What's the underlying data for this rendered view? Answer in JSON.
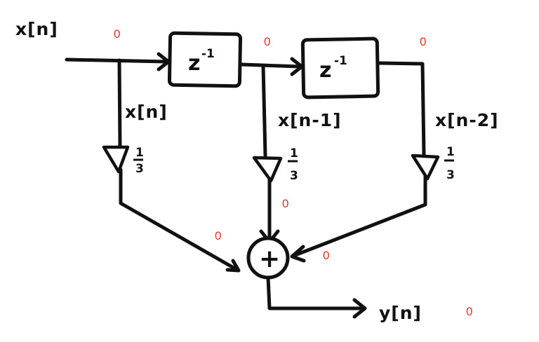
{
  "signals": {
    "input": "x[n]",
    "tap0": "x[n]",
    "tap1": "x[n-1]",
    "tap2": "x[n-2]",
    "output": "y[n]"
  },
  "delays": [
    {
      "base": "z",
      "exponent": "-1"
    },
    {
      "base": "z",
      "exponent": "-1"
    }
  ],
  "gains": [
    {
      "numerator": "1",
      "denominator": "3"
    },
    {
      "numerator": "1",
      "denominator": "3"
    },
    {
      "numerator": "1",
      "denominator": "3"
    }
  ],
  "adder": {
    "symbol": "+"
  },
  "values": {
    "input": "0",
    "delay1_out": "0",
    "delay2_out": "0",
    "center_path": "0",
    "left_sum_in": "0",
    "right_sum_in": "0",
    "output": "0"
  },
  "colors": {
    "ink": "#111111",
    "value": "#e8321c"
  }
}
